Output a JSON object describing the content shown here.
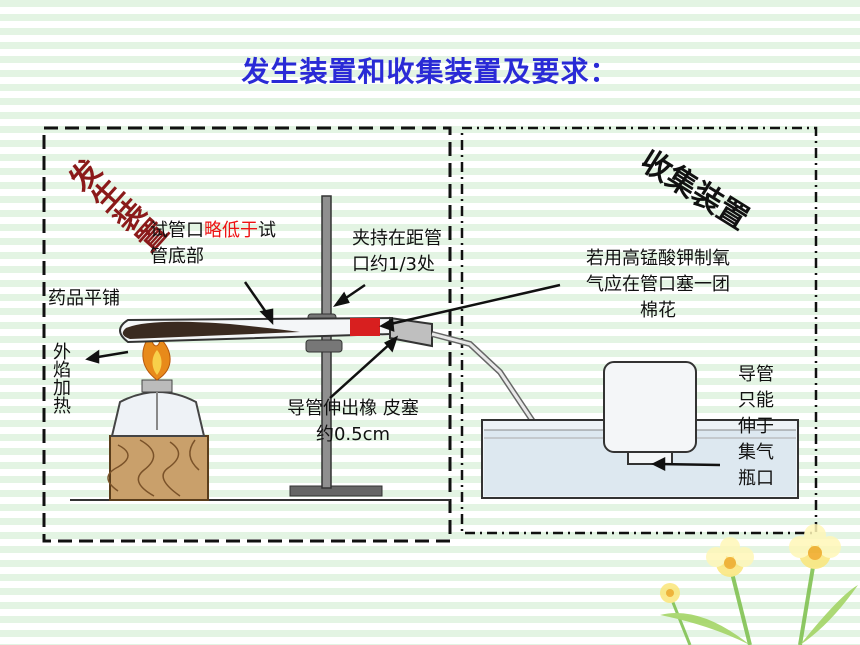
{
  "title": "发生装置和收集装置及要求：",
  "left_panel": {
    "heading": "发生装置"
  },
  "right_panel": {
    "heading": "收集装置"
  },
  "labels": {
    "tube_mouth_a": "试管口",
    "tube_mouth_red": "略低于",
    "tube_mouth_b": "试",
    "tube_mouth_c": "管底部",
    "clamp_a": "夹持在距管",
    "clamp_b": "口约1/3处",
    "drug": "药品平铺",
    "flame": "外焰加热",
    "tube_out_a": "导管伸出橡 皮塞",
    "tube_out_b": "约0.5cm",
    "kmno4_a": "若用高锰酸钾制氧",
    "kmno4_b": "气应在管口塞一团",
    "kmno4_c": "棉花",
    "pipe_only": "导管只能伸于集气瓶口"
  },
  "colors": {
    "title": "#2a2ad6",
    "heading": "#8b1a1a",
    "highlight": "#ee1111",
    "stripes": "#e3f4e3"
  }
}
